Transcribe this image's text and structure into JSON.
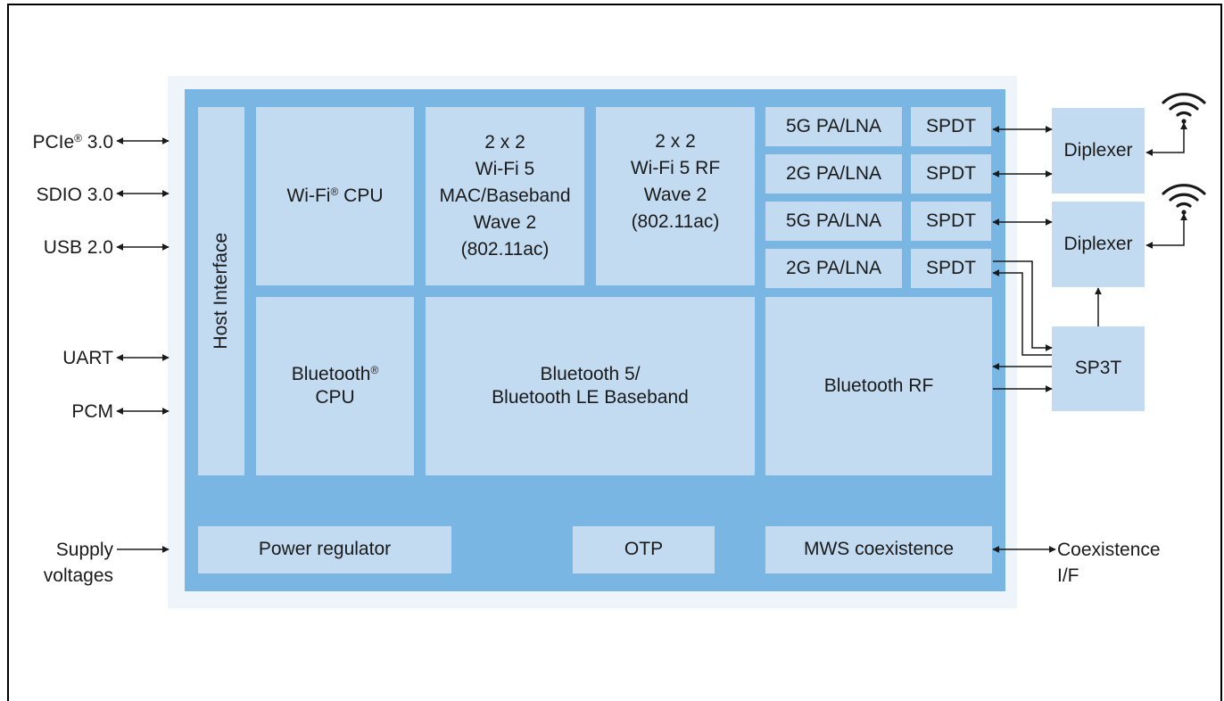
{
  "interfaces": {
    "pcie": "PCIe",
    "pcie_sup": "®",
    "pcie_ver": " 3.0",
    "sdio": "SDIO 3.0",
    "usb": "USB 2.0",
    "uart": "UART",
    "pcm": "PCM",
    "supply_line1": "Supply",
    "supply_line2": "voltages"
  },
  "blocks": {
    "host_interface": "Host Interface",
    "wifi_cpu": "Wi-Fi",
    "wifi_cpu_sup": "®",
    "wifi_cpu_tail": " CPU",
    "wifi_mac": "2 x 2\nWi-Fi 5\nMAC/Baseband\nWave 2\n(802.11ac)",
    "wifi_rf": "2 x 2\nWi-Fi 5 RF\nWave 2\n(802.11ac)",
    "pa_lna": [
      "5G PA/LNA",
      "2G PA/LNA",
      "5G PA/LNA",
      "2G PA/LNA"
    ],
    "spdt": [
      "SPDT",
      "SPDT",
      "SPDT",
      "SPDT"
    ],
    "bt_cpu": "Bluetooth",
    "bt_cpu_sup": "®",
    "bt_cpu_line2": "CPU",
    "bt_baseband": "Bluetooth 5/\nBluetooth LE Baseband",
    "bt_rf": "Bluetooth RF",
    "power_regulator": "Power regulator",
    "otp": "OTP",
    "mws": "MWS coexistence"
  },
  "external": {
    "diplexer_1": "Diplexer",
    "diplexer_2": "Diplexer",
    "sp3t": "SP3T",
    "coex_line1": "Coexistence",
    "coex_line2": "I/F"
  },
  "icons": {
    "antenna": "wifi-antenna-icon"
  },
  "colors": {
    "chip_fill": "#7ab6e3",
    "block_fill": "#c3dbf0",
    "halo_fill": "#eef5fa"
  }
}
